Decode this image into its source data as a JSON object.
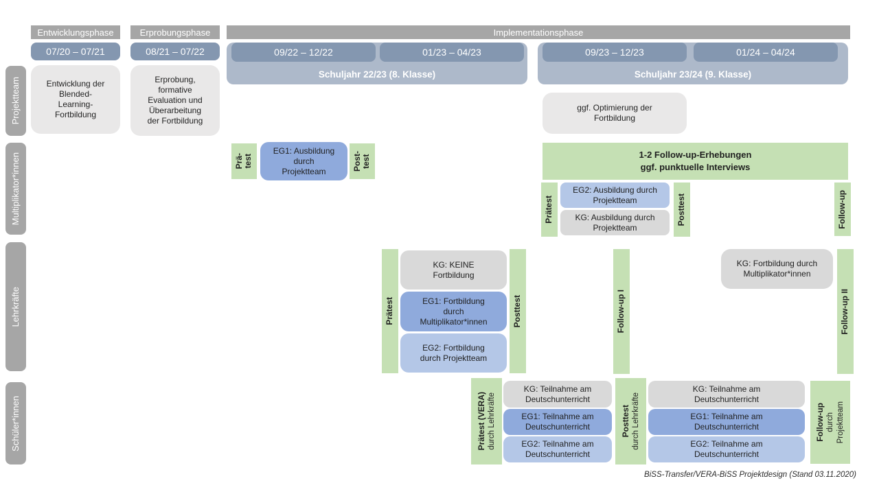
{
  "colors": {
    "phase_gray": "#A6A6A6",
    "date_slate_blue": "#8497B0",
    "school_year_container": "#ADB9CA",
    "eg1_blue": "#8FAADC",
    "eg2_light_blue": "#B4C7E7",
    "kg_gray": "#D9D9D9",
    "task_gray": "#E9E8E8",
    "test_green": "#C5E0B4"
  },
  "phases": {
    "entwicklung": "Entwicklungsphase",
    "erprobung": "Erprobungsphase",
    "implementation": "Implementationsphase"
  },
  "timeline": {
    "p1": "07/20 – 07/21",
    "p2": "08/21 – 07/22",
    "sy1": {
      "label": "Schuljahr 22/23 (8. Klasse)",
      "q1": "09/22 – 12/22",
      "q2": "01/23 – 04/23"
    },
    "sy2": {
      "label": "Schuljahr 23/24 (9. Klasse)",
      "q1": "09/23 – 12/23",
      "q2": "01/24 – 04/24"
    }
  },
  "row_labels": {
    "projektteam": "Projektteam",
    "multiplikatoren": "Multiplikator*innen",
    "lehrkraefte": "Lehrkräfte",
    "schueler": "Schüler*innen"
  },
  "projektteam": {
    "entwicklung_box": "Entwicklung der\nBlended-\nLearning-\nFortbildung",
    "erprobung_box": "Erprobung,\nformative\nEvaluation und\nÜberarbeitung\nder Fortbildung",
    "optimierung_box": "ggf. Optimierung der\nFortbildung"
  },
  "multiplikatoren": {
    "praetest_small": "Prä-\ntest",
    "eg1_box": "EG1: Ausbildung\ndurch\nProjektteam",
    "posttest_small": "Post-\ntest",
    "followup_banner": "1-2 Follow-up-Erhebungen\nggf. punktuelle Interviews",
    "praetest": "Prätest",
    "eg2_box": "EG2: Ausbildung durch\nProjektteam",
    "kg_box": "KG: Ausbildung durch\nProjektteam",
    "posttest": "Posttest",
    "followup": "Follow-up"
  },
  "lehrkraefte": {
    "praetest": "Prätest",
    "kg_box": "KG: KEINE\nFortbildung",
    "eg1_box": "EG1: Fortbildung\ndurch\nMultiplikator*innen",
    "eg2_box": "EG2: Fortbildung\ndurch Projektteam",
    "posttest": "Posttest",
    "followup1": "Follow-up I",
    "kg_box2": "KG: Fortbildung durch\nMultiplikator*innen",
    "followup2": "Follow-up II"
  },
  "schueler": {
    "praetest_label": "Prätest (VERA)",
    "praetest_sub": "durch Lehrkräfte",
    "kg_box": "KG: Teilnahme am\nDeutschunterricht",
    "eg1_box": "EG1: Teilnahme am\nDeutschunterricht",
    "eg2_box": "EG2: Teilnahme am\nDeutschunterricht",
    "posttest_label": "Posttest",
    "posttest_sub": "durch Lehrkräfte",
    "kg_box2": "KG: Teilnahme am\nDeutschunterricht",
    "eg1_box2": "EG1: Teilnahme am\nDeutschunterricht",
    "eg2_box2": "EG2: Teilnahme am\nDeutschunterricht",
    "followup_label": "Follow-up",
    "followup_sub1": "durch",
    "followup_sub2": "Projektteam"
  },
  "footer": "BiSS-Transfer/VERA-BiSS Projektdesign (Stand 03.11.2020)"
}
